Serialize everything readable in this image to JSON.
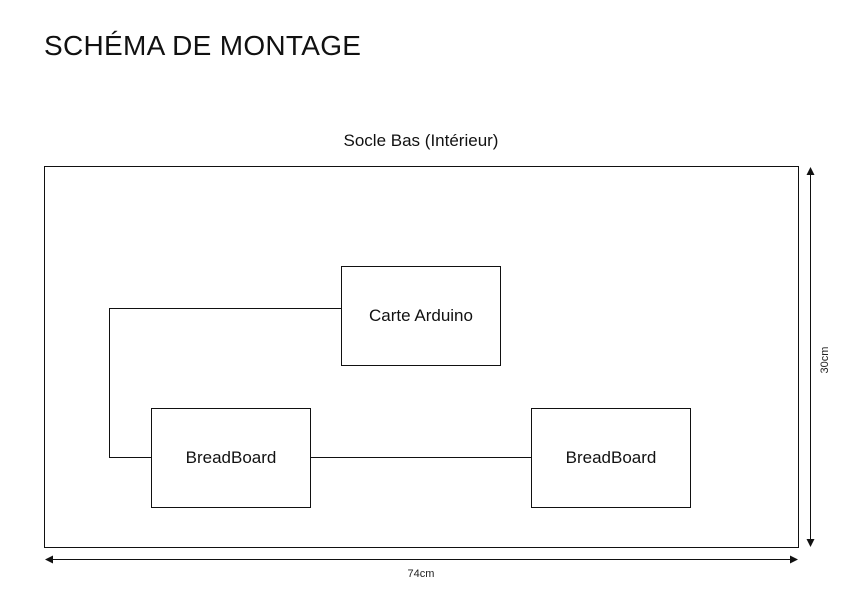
{
  "page": {
    "title": "SCHÉMA DE MONTAGE"
  },
  "diagram": {
    "caption": "Socle Bas (Intérieur)",
    "components": {
      "arduino": "Carte Arduino",
      "breadboard_left": "BreadBoard",
      "breadboard_right": "BreadBoard"
    },
    "dimensions": {
      "width": "74cm",
      "height": "30cm"
    },
    "colors": {
      "stroke": "#111111",
      "background": "#ffffff"
    }
  }
}
